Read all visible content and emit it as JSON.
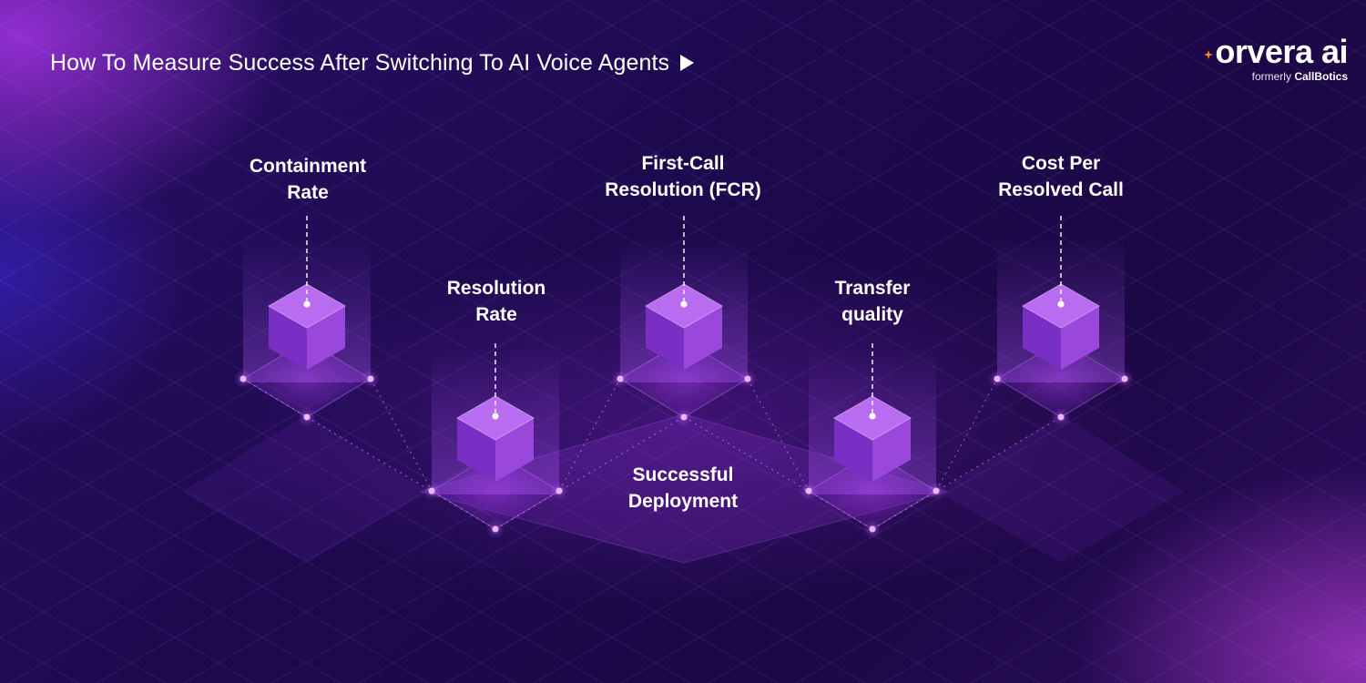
{
  "header": {
    "title": "How To Measure Success After Switching To AI Voice Agents"
  },
  "brand": {
    "name": "orvera ai",
    "formerly_prefix": "formerly",
    "formerly_name": "CallBotics"
  },
  "diagram": {
    "center_label": "Successful\nDeployment",
    "nodes": [
      {
        "label": "Containment\nRate"
      },
      {
        "label": "Resolution\nRate"
      },
      {
        "label": "First-Call\nResolution (FCR)"
      },
      {
        "label": "Transfer\nquality"
      },
      {
        "label": "Cost Per\nResolved Call"
      }
    ]
  },
  "colors": {
    "accent": "#c45cff",
    "cube_top": "#b86cf0",
    "cube_left": "#7a2fc4",
    "cube_right": "#9a48dc",
    "brand_spark": "#ff8a2a"
  }
}
